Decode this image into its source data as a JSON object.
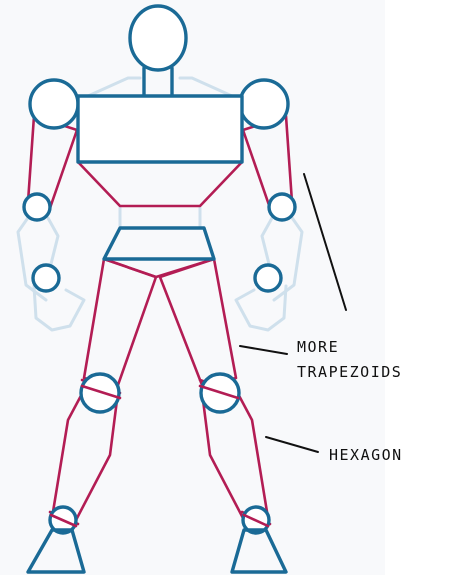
{
  "labels": {
    "more_trapezoids_line1": "MORE",
    "more_trapezoids_line2": "TRAPEZOIDS",
    "hexagon": "HEXAGON"
  },
  "colors": {
    "circles_and_boxes": "#1a6a96",
    "trapezoids_and_limbs": "#b31d54",
    "ghost_outline": "#cfe0ec",
    "annotation": "#111111",
    "background_panel": "#f8f9fb"
  }
}
